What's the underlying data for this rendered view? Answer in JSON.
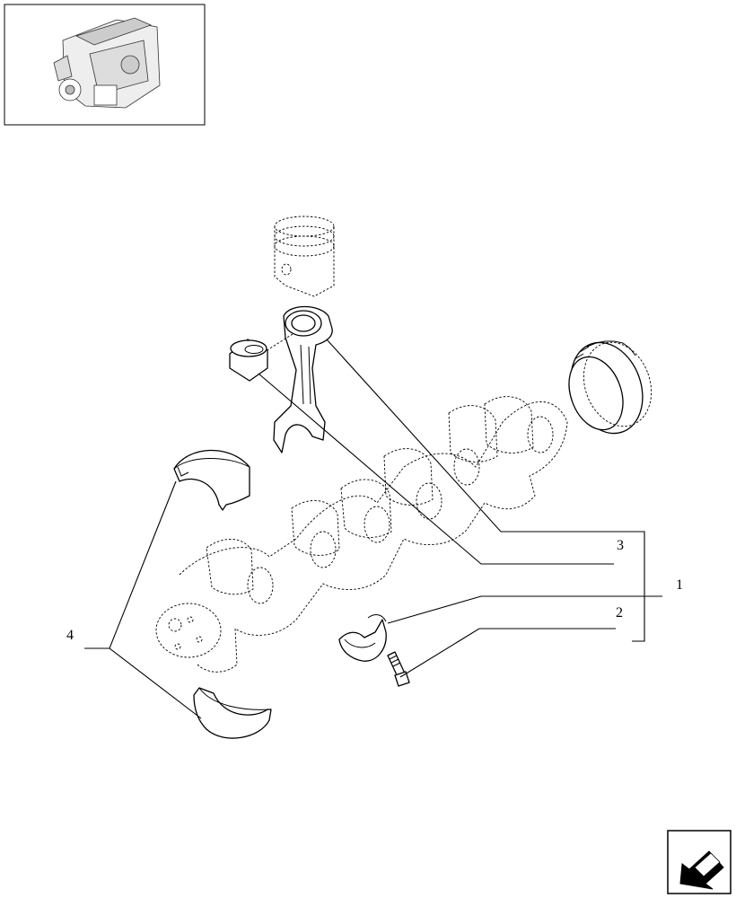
{
  "callouts": {
    "connecting_rod_assembly": "1",
    "bolt": "2",
    "bushing": "3",
    "main_bearings": "4"
  },
  "icons": {
    "engine_thumbnail": "engine-thumbnail-icon",
    "navigation": "navigation-arrow-icon"
  }
}
